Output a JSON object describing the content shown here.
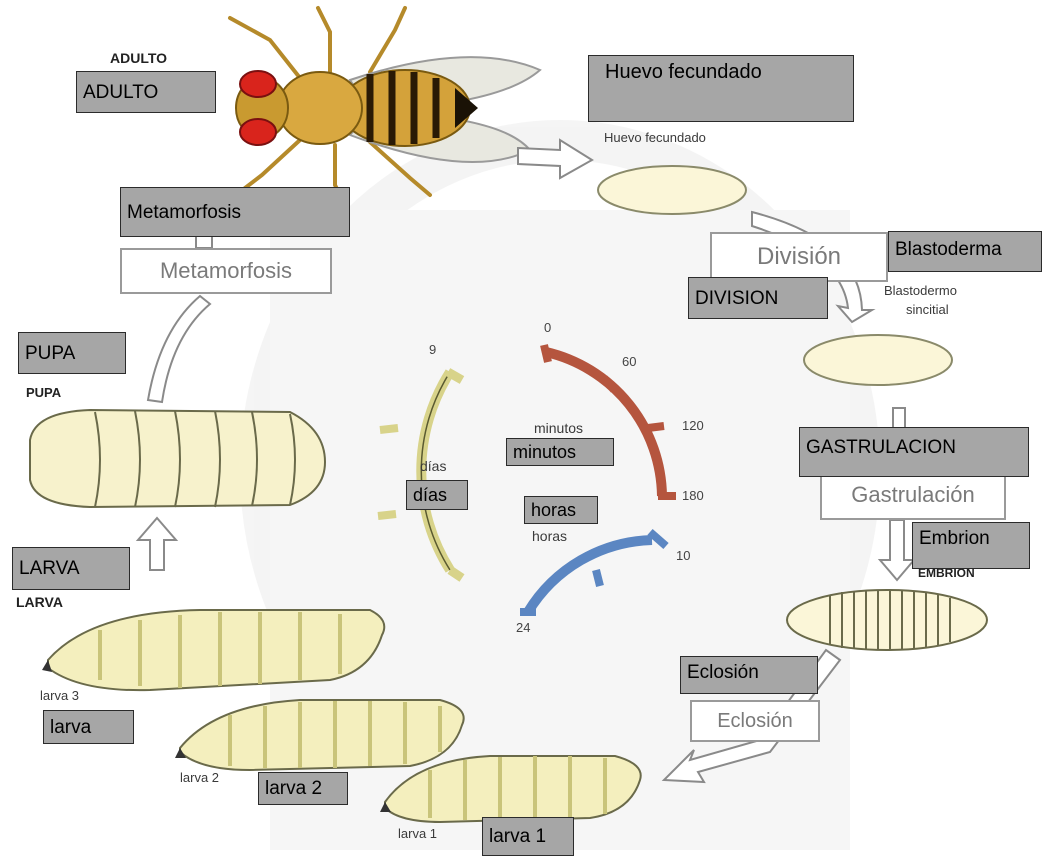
{
  "overlay_labels": {
    "adulto": "ADULTO",
    "huevo": "Huevo fecundado",
    "metamorfosis": "Metamorfosis",
    "blastoderma": "Blastoderma",
    "division": "DIVISION",
    "pupa": "PUPA",
    "gastrulacion": "GASTRULACION",
    "minutos": "minutos",
    "dias": "días",
    "horas": "horas",
    "embrion": "Embrion",
    "larva": "LARVA",
    "eclosion": "Eclosión",
    "larva3": "larva",
    "larva2": "larva 2",
    "larva1": "larva 1"
  },
  "original_labels": {
    "adulto": "ADULTO",
    "huevo": "Huevo fecundado",
    "blastodermo_1": "Blastodermo",
    "blastodermo_2": "sincitial",
    "pupa": "PUPA",
    "larva": "LARVA",
    "embrion": "EMBRION",
    "larva3": "larva 3",
    "larva2": "larva 2",
    "larva1": "larva 1",
    "dias": "días",
    "minutos": "minutos",
    "horas": "horas"
  },
  "stage_boxes": {
    "division": "División",
    "gastrulacion": "Gastrulación",
    "eclosion": "Eclosión",
    "metamorfosis": "Metamorfosis"
  },
  "scales": {
    "days_tick": "9",
    "minutes_ticks": [
      "0",
      "60",
      "120",
      "180"
    ],
    "hours_ticks": [
      "10",
      "24"
    ]
  },
  "colors": {
    "overlay_fill": "#a6a6a6",
    "egg_fill": "#fbf6d8",
    "larva_fill": "#f4efbe",
    "minutes_scale": "#b5553e",
    "days_scale": "#d8d38a",
    "hours_scale": "#5b86c2",
    "fly_body": "#d4a23a",
    "fly_eye": "#d9241c"
  }
}
